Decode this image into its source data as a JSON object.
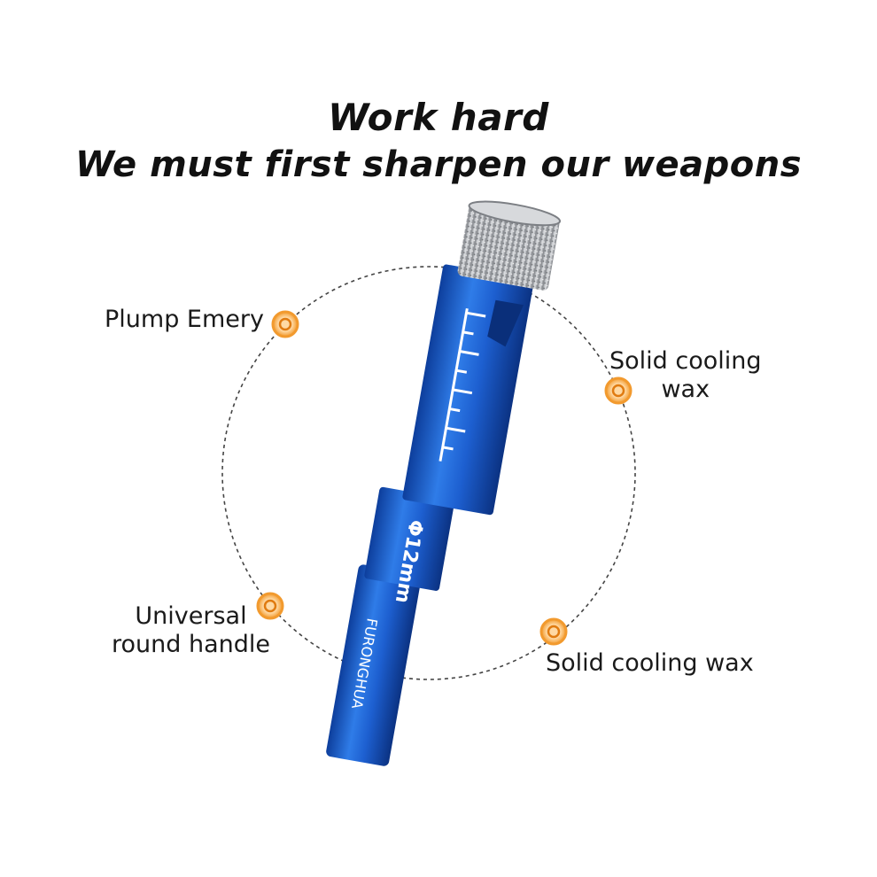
{
  "headline": {
    "line1": "Work hard",
    "line2": "We must first sharpen our weapons"
  },
  "callouts": [
    {
      "lines": [
        "Plump Emery"
      ],
      "icon": "orange-ring-icon"
    },
    {
      "lines": [
        "Solid cooling",
        "wax"
      ],
      "icon": "orange-ring-icon"
    },
    {
      "lines": [
        "Universal",
        "round handle"
      ],
      "icon": "orange-ring-icon"
    },
    {
      "lines": [
        "Solid cooling wax"
      ],
      "icon": "orange-ring-icon"
    }
  ],
  "product": {
    "name": "diamond-core-drill-bit",
    "size_marking": "Φ12mm",
    "brand_marking": "FURONGHUA",
    "body_color": "#1d5fd0",
    "tip_color": "#b9bcc0"
  },
  "colors": {
    "icon_orange": "#f29a2e",
    "dashed_circle": "#444444"
  }
}
